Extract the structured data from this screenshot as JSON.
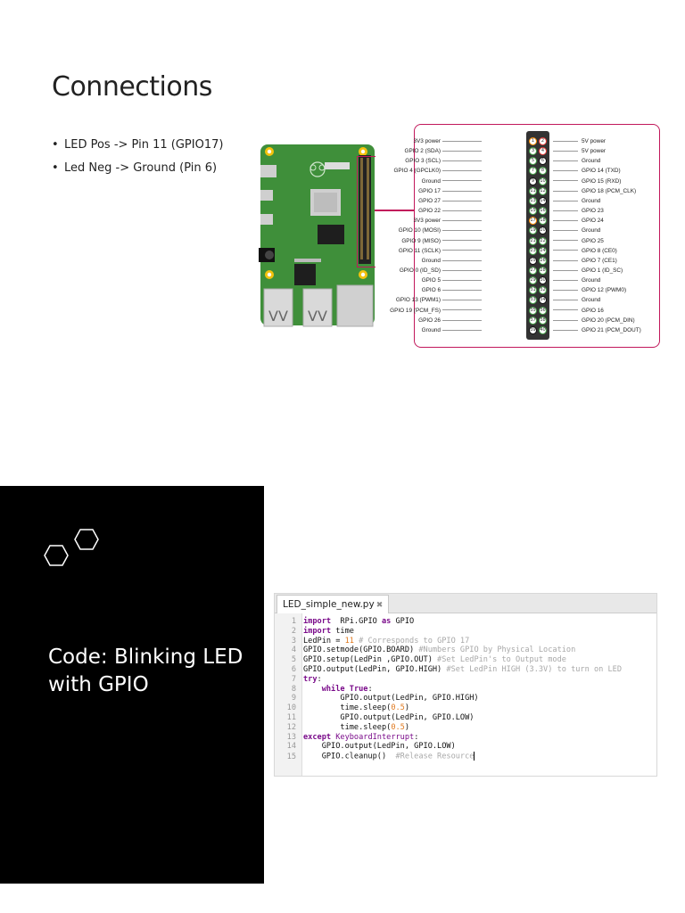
{
  "slide1": {
    "title": "Connections",
    "bullets": [
      "LED Pos -> Pin 11 (GPIO17)",
      "Led Neg -> Ground (Pin 6)"
    ],
    "pinout": [
      {
        "left": "3V3 power",
        "left_pin": "1",
        "right_pin": "2",
        "right": "5V power"
      },
      {
        "left": "GPIO 2 (SDA)",
        "left_pin": "3",
        "right_pin": "4",
        "right": "5V power"
      },
      {
        "left": "GPIO 3 (SCL)",
        "left_pin": "5",
        "right_pin": "6",
        "right": "Ground"
      },
      {
        "left": "GPIO 4 (GPCLK0)",
        "left_pin": "7",
        "right_pin": "8",
        "right": "GPIO 14 (TXD)"
      },
      {
        "left": "Ground",
        "left_pin": "9",
        "right_pin": "10",
        "right": "GPIO 15 (RXD)"
      },
      {
        "left": "GPIO 17",
        "left_pin": "11",
        "right_pin": "12",
        "right": "GPIO 18 (PCM_CLK)"
      },
      {
        "left": "GPIO 27",
        "left_pin": "13",
        "right_pin": "14",
        "right": "Ground"
      },
      {
        "left": "GPIO 22",
        "left_pin": "15",
        "right_pin": "16",
        "right": "GPIO 23"
      },
      {
        "left": "3V3 power",
        "left_pin": "17",
        "right_pin": "18",
        "right": "GPIO 24"
      },
      {
        "left": "GPIO 10 (MOSI)",
        "left_pin": "19",
        "right_pin": "20",
        "right": "Ground"
      },
      {
        "left": "GPIO 9 (MISO)",
        "left_pin": "21",
        "right_pin": "22",
        "right": "GPIO 25"
      },
      {
        "left": "GPIO 11 (SCLK)",
        "left_pin": "23",
        "right_pin": "24",
        "right": "GPIO 8 (CE0)"
      },
      {
        "left": "Ground",
        "left_pin": "25",
        "right_pin": "26",
        "right": "GPIO 7 (CE1)"
      },
      {
        "left": "GPIO 0 (ID_SD)",
        "left_pin": "27",
        "right_pin": "28",
        "right": "GPIO 1 (ID_SC)"
      },
      {
        "left": "GPIO 5",
        "left_pin": "29",
        "right_pin": "30",
        "right": "Ground"
      },
      {
        "left": "GPIO 6",
        "left_pin": "31",
        "right_pin": "32",
        "right": "GPIO 12 (PWM0)"
      },
      {
        "left": "GPIO 13 (PWM1)",
        "left_pin": "33",
        "right_pin": "34",
        "right": "Ground"
      },
      {
        "left": "GPIO 19 (PCM_FS)",
        "left_pin": "35",
        "right_pin": "36",
        "right": "GPIO 16"
      },
      {
        "left": "GPIO 26",
        "left_pin": "37",
        "right_pin": "38",
        "right": "GPIO 20 (PCM_DIN)"
      },
      {
        "left": "Ground",
        "left_pin": "39",
        "right_pin": "40",
        "right": "GPIO 21 (PCM_DOUT)"
      }
    ],
    "colors": {
      "pinout_border": "#c2185b",
      "board_green": "#3f8f3a",
      "mount_hole": "#f4c20d",
      "pin_power": "#e53935",
      "pin_ground": "#333333",
      "pin_gpio": "#43a047"
    }
  },
  "slide2": {
    "title": "Code: Blinking LED with GPIO",
    "icon": "hexagons-icon",
    "editor": {
      "tab_label": "LED_simple_new.py",
      "close_glyph": "✖",
      "lines": [
        {
          "n": "1",
          "segs": [
            [
              "kw",
              "import"
            ],
            [
              "",
              "  RPi.GPIO "
            ],
            [
              "kw",
              "as"
            ],
            [
              "",
              " GPIO"
            ]
          ]
        },
        {
          "n": "2",
          "segs": [
            [
              "kw",
              "import"
            ],
            [
              "",
              " time"
            ]
          ]
        },
        {
          "n": "3",
          "segs": [
            [
              "",
              "LedPin = "
            ],
            [
              "num",
              "11"
            ],
            [
              "cm",
              " # Corresponds to GPIO 17"
            ]
          ]
        },
        {
          "n": "4",
          "segs": [
            [
              "",
              "GPIO.setmode(GPIO.BOARD) "
            ],
            [
              "cm",
              "#Numbers GPIO by Physical Location"
            ]
          ]
        },
        {
          "n": "5",
          "segs": [
            [
              "",
              "GPIO.setup(LedPin ,GPIO.OUT) "
            ],
            [
              "cm",
              "#Set LedPin's to Output mode"
            ]
          ]
        },
        {
          "n": "6",
          "segs": [
            [
              "",
              "GPIO.output(LedPin, GPIO.HIGH) "
            ],
            [
              "cm",
              "#Set LedPin HIGH (3.3V) to turn on LED"
            ]
          ]
        },
        {
          "n": "7",
          "segs": [
            [
              "kw",
              "try"
            ],
            [
              "",
              ":"
            ]
          ]
        },
        {
          "n": "8",
          "segs": [
            [
              "",
              "    "
            ],
            [
              "kw",
              "while"
            ],
            [
              "",
              " "
            ],
            [
              "kw",
              "True"
            ],
            [
              "",
              ":"
            ]
          ]
        },
        {
          "n": "9",
          "segs": [
            [
              "",
              "        GPIO.output(LedPin, GPIO.HIGH)"
            ]
          ]
        },
        {
          "n": "10",
          "segs": [
            [
              "",
              "        time.sleep("
            ],
            [
              "num",
              "0.5"
            ],
            [
              "",
              ")"
            ]
          ]
        },
        {
          "n": "11",
          "segs": [
            [
              "",
              "        GPIO.output(LedPin, GPIO.LOW)"
            ]
          ]
        },
        {
          "n": "12",
          "segs": [
            [
              "",
              "        time.sleep("
            ],
            [
              "num",
              "0.5"
            ],
            [
              "",
              ")"
            ]
          ]
        },
        {
          "n": "13",
          "segs": [
            [
              "kw",
              "except"
            ],
            [
              "",
              " "
            ],
            [
              "cls",
              "KeyboardInterrupt"
            ],
            [
              "",
              ":"
            ]
          ]
        },
        {
          "n": "14",
          "segs": [
            [
              "",
              "    GPIO.output(LedPin, GPIO.LOW)"
            ]
          ]
        },
        {
          "n": "15",
          "segs": [
            [
              "",
              "    GPIO.cleanup()  "
            ],
            [
              "cm",
              "#Release Resource"
            ]
          ]
        }
      ]
    }
  }
}
